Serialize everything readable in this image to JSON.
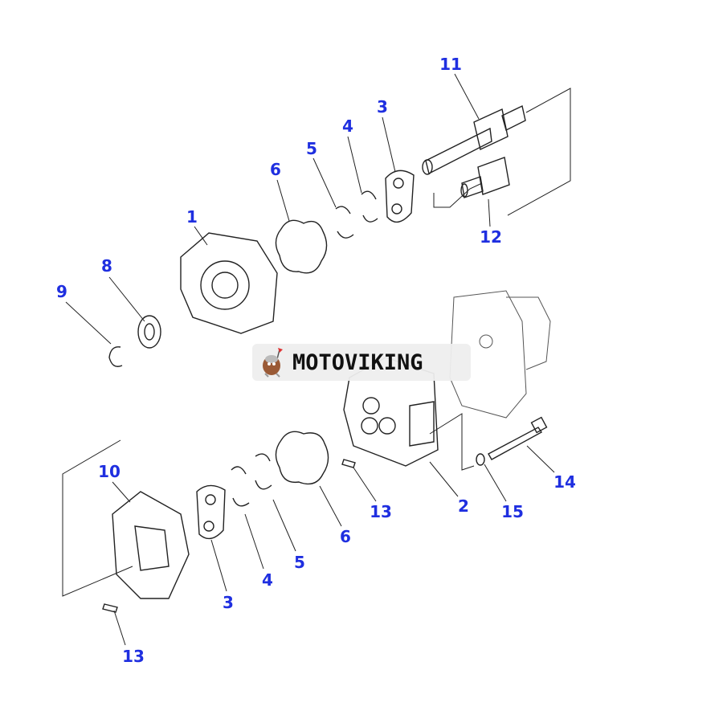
{
  "diagram": {
    "labels": [
      {
        "id": "11",
        "text": "11"
      },
      {
        "id": "3a",
        "text": "3"
      },
      {
        "id": "4a",
        "text": "4"
      },
      {
        "id": "5a",
        "text": "5"
      },
      {
        "id": "6a",
        "text": "6"
      },
      {
        "id": "1",
        "text": "1"
      },
      {
        "id": "12",
        "text": "12"
      },
      {
        "id": "8",
        "text": "8"
      },
      {
        "id": "9",
        "text": "9"
      },
      {
        "id": "10",
        "text": "10"
      },
      {
        "id": "14",
        "text": "14"
      },
      {
        "id": "2",
        "text": "2"
      },
      {
        "id": "15",
        "text": "15"
      },
      {
        "id": "13a",
        "text": "13"
      },
      {
        "id": "6b",
        "text": "6"
      },
      {
        "id": "5b",
        "text": "5"
      },
      {
        "id": "4b",
        "text": "4"
      },
      {
        "id": "3b",
        "text": "3"
      },
      {
        "id": "13b",
        "text": "13"
      }
    ],
    "label_color": "#1f2fe0"
  },
  "watermark": {
    "text": "MOTOVIKING"
  }
}
